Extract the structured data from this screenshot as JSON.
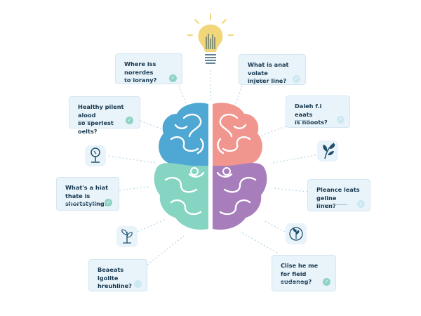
{
  "cards": [
    {
      "id": "where-to-remember",
      "text": "Where iss norerdes\nto lorany?",
      "checked": true
    },
    {
      "id": "what-injecter-line",
      "text": "What is anat volate\ninjeter line?",
      "checked": true
    },
    {
      "id": "healthy-plan",
      "text": "Healthy pilent alood\nso sperlest oelts?",
      "checked": true
    },
    {
      "id": "daily-roots",
      "text": "Daleh f.i eaats\nis nooots?",
      "checked": true
    },
    {
      "id": "what-shortstying",
      "text": "What's a hiat thate is\nshortstyling?",
      "checked": true
    },
    {
      "id": "plenty-gelline",
      "text": "Pleance leats geline\nlinen?",
      "checked": true
    },
    {
      "id": "beneath-ignite",
      "text": "Beaeats lgolite\nhreuhline?",
      "checked": false
    },
    {
      "id": "close-field-sudden",
      "text": "Clise he me for fieid\nsudeneg?",
      "checked": true
    }
  ],
  "icons": [
    "light-bulb-icon",
    "magnifier-icon",
    "leaf-icon",
    "sprout-icon",
    "plant-circle-icon"
  ],
  "colors": {
    "brain_left_top": "#4fa7d4",
    "brain_right_top": "#f1968f",
    "brain_left_bottom": "#86d5c2",
    "brain_right_bottom": "#a77dbc",
    "bulb": "#f2d67a",
    "connector": "#b8d6e6",
    "card_bg": "#e8f3fa",
    "text": "#17384f",
    "check": "#8fd3c5"
  }
}
